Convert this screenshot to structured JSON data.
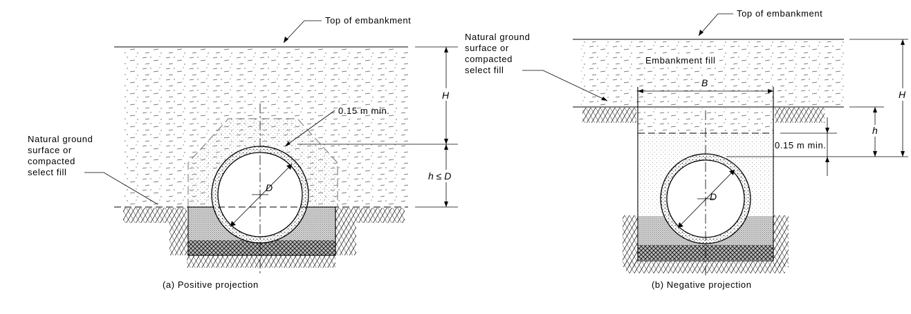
{
  "diagram": {
    "left": {
      "top_label": "Top of embankment",
      "ground_label": [
        "Natural ground",
        "surface or",
        "compacted",
        "select fill"
      ],
      "dim_H": "H",
      "dim_h": "h ≤ D",
      "min_label": "0.15  m  min.",
      "dia_label": "D",
      "caption": "(a)  Positive  projection"
    },
    "right": {
      "top_label": "Top of embankment",
      "ground_label": [
        "Natural ground",
        "surface or",
        "compacted",
        "select fill"
      ],
      "fill_label": "Embankment fill",
      "dim_B": "B",
      "dim_H": "H",
      "dim_h": "h",
      "min_label": "0.15  m  min.",
      "dia_label": "D",
      "caption": "(b)  Negative  projection"
    }
  }
}
